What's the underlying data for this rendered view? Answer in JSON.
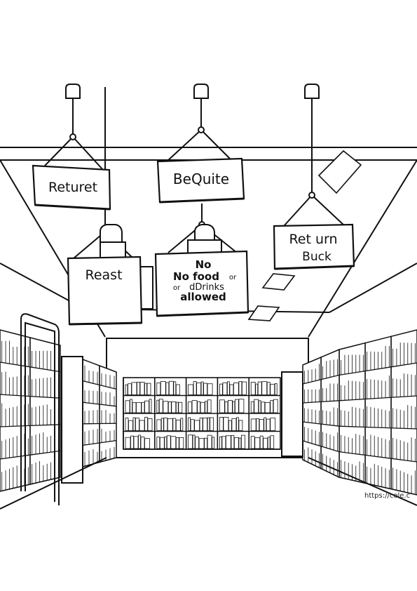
{
  "signs": {
    "top_left": "Returet",
    "top_center": "BeQuite",
    "right_line1": "Ret urn",
    "right_line2": "Buck",
    "mid_left": "Reast",
    "center_line1": "No",
    "center_line2a": "No food",
    "center_line2b": "or",
    "center_line3a": "or",
    "center_line3b": "dDrinks",
    "center_line4": "allowed"
  },
  "watermark": "https://cole.c",
  "colors": {
    "ink": "#111111",
    "paper": "#ffffff"
  }
}
